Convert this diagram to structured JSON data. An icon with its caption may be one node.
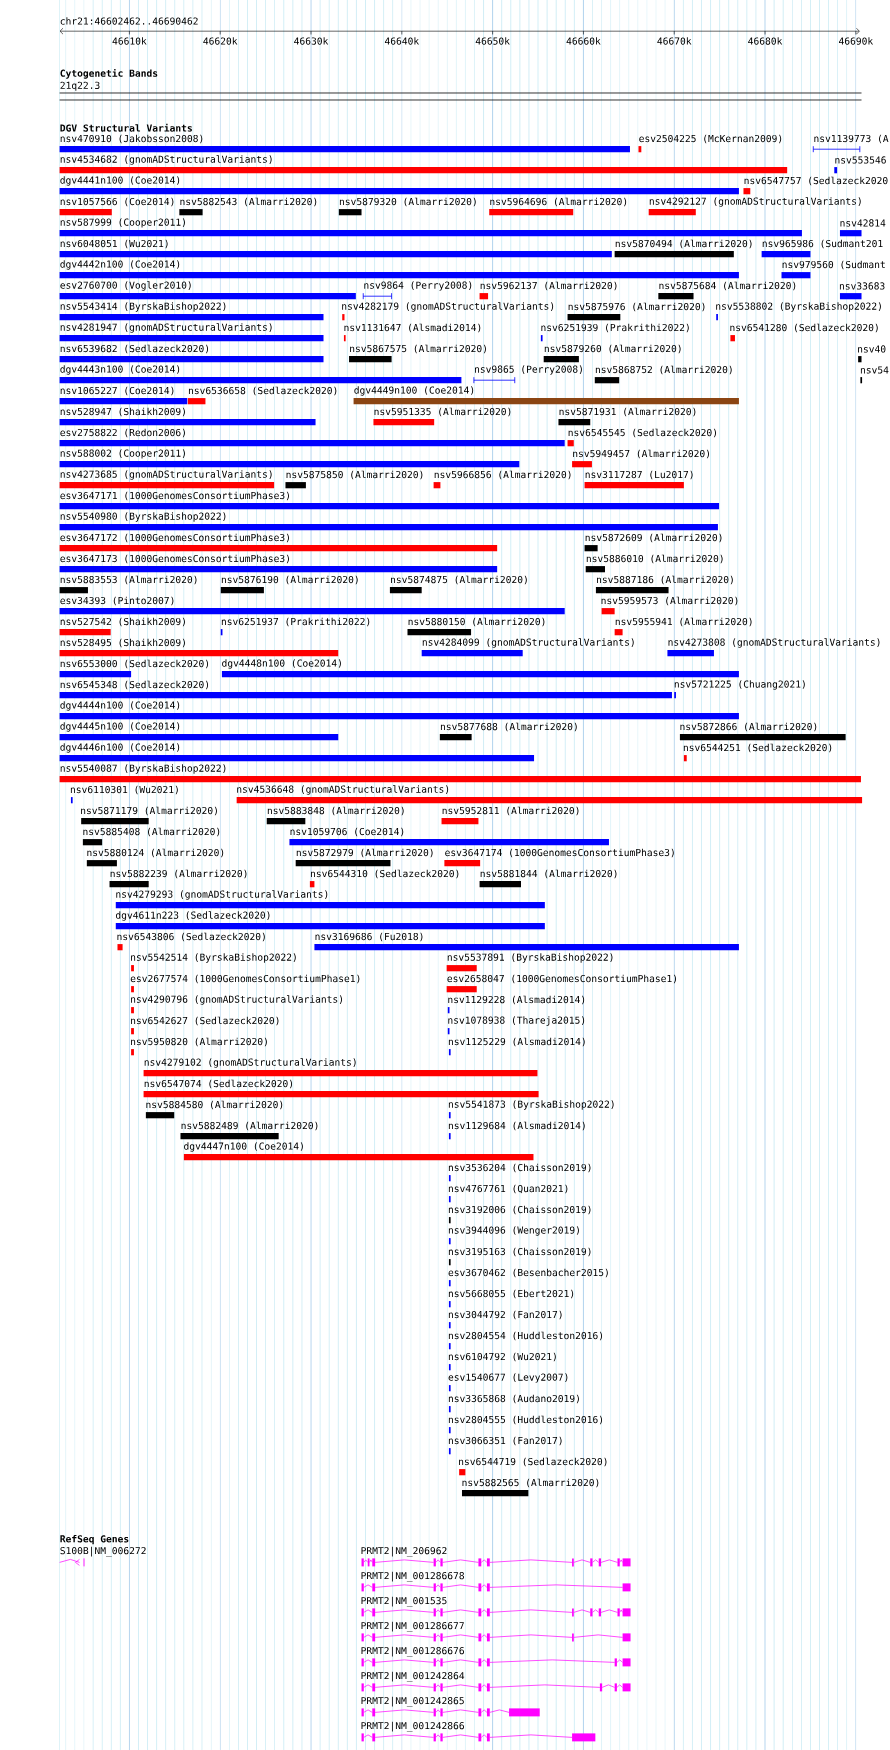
{
  "diagram": {
    "labels": [
      "chr21:46602462..46690462",
      "46610k",
      "46620k",
      "46630k",
      "46640k",
      "46650k",
      "46660k",
      "46670k",
      "46680k",
      "46690k",
      "Cytogenetic Bands",
      "21q22.3",
      "DGV Structural Variants",
      "nsv470910 (Jakobsson2008)",
      "esv2504225 (McKernan2009)",
      "nsv1139773 (A",
      "nsv4534682 (gnomADStructuralVariants)",
      "nsv553546",
      "dgv4441n100 (Coe2014)",
      "nsv6547757 (Sedlazeck2020",
      "nsv1057566 (Coe2014)",
      "nsv5882543 (Almarri2020)",
      "nsv5879320 (Almarri2020)",
      "nsv5964696 (Almarri2020)",
      "nsv4292127 (gnomADStructuralVariants)",
      "nsv587999 (Cooper2011)",
      "nsv42814",
      "nsv6048051 (Wu2021)",
      "nsv5870494 (Almarri2020)",
      "nsv965986 (Sudmant201",
      "dgv4442n100 (Coe2014)",
      "nsv979560 (Sudmant",
      "esv2760700 (Vogler2010)",
      "nsv9864 (Perry2008)",
      "nsv5962137 (Almarri2020)",
      "nsv5875684 (Almarri2020)",
      "nsv33683",
      "nsv5543414 (ByrskaBishop2022)",
      "nsv4282179 (gnomADStructuralVariants)",
      "nsv5875976 (Almarri2020)",
      "nsv5538802 (ByrskaBishop2022)",
      "nsv4281947 (gnomADStructuralVariants)",
      "nsv1131647 (Alsmadi2014)",
      "nsv6251939 (Prakrithi2022)",
      "nsv6541280 (Sedlazeck2020)",
      "nsv6539682 (Sedlazeck2020)",
      "nsv5867575 (Almarri2020)",
      "nsv5879260 (Almarri2020)",
      "nsv40",
      "dgv4443n100 (Coe2014)",
      "nsv9865 (Perry2008)",
      "nsv5868752 (Almarri2020)",
      "nsv54",
      "nsv1065227 (Coe2014)",
      "nsv6536658 (Sedlazeck2020)",
      "dgv4449n100 (Coe2014)",
      "nsv528947 (Shaikh2009)",
      "nsv5951335 (Almarri2020)",
      "nsv5871931 (Almarri2020)",
      "esv2758822 (Redon2006)",
      "nsv6545545 (Sedlazeck2020)",
      "nsv588002 (Cooper2011)",
      "nsv5949457 (Almarri2020)",
      "nsv4273685 (gnomADStructuralVariants)",
      "nsv5875850 (Almarri2020)",
      "nsv5966856 (Almarri2020)",
      "nsv3117287 (Lu2017)",
      "esv3647171 (1000GenomesConsortiumPhase3)",
      "nsv5540980 (ByrskaBishop2022)",
      "esv3647172 (1000GenomesConsortiumPhase3)",
      "nsv5872609 (Almarri2020)",
      "esv3647173 (1000GenomesConsortiumPhase3)",
      "nsv5886010 (Almarri2020)",
      "nsv5883553 (Almarri2020)",
      "nsv5876190 (Almarri2020)",
      "nsv5874875 (Almarri2020)",
      "nsv5887186 (Almarri2020)",
      "esv34393 (Pinto2007)",
      "nsv5959573 (Almarri2020)",
      "nsv527542 (Shaikh2009)",
      "nsv6251937 (Prakrithi2022)",
      "nsv5880150 (Almarri2020)",
      "nsv5955941 (Almarri2020)",
      "nsv528495 (Shaikh2009)",
      "nsv4284099 (gnomADStructuralVariants)",
      "nsv4273808 (gnomADStructuralVariants)",
      "nsv6553000 (Sedlazeck2020)",
      "dgv4448n100 (Coe2014)",
      "nsv6545348 (Sedlazeck2020)",
      "nsv5721225 (Chuang2021)",
      "dgv4444n100 (Coe2014)",
      "dgv4445n100 (Coe2014)",
      "nsv5877688 (Almarri2020)",
      "nsv5872866 (Almarri2020)",
      "dgv4446n100 (Coe2014)",
      "nsv6544251 (Sedlazeck2020)",
      "nsv5540087 (ByrskaBishop2022)",
      "nsv6110301 (Wu2021)",
      "nsv4536648 (gnomADStructuralVariants)",
      "nsv5871179 (Almarri2020)",
      "nsv5883848 (Almarri2020)",
      "nsv5952811 (Almarri2020)",
      "nsv5885408 (Almarri2020)",
      "nsv1059706 (Coe2014)",
      "nsv5880124 (Almarri2020)",
      "nsv5872979 (Almarri2020)",
      "esv3647174 (1000GenomesConsortiumPhase3)",
      "nsv5882239 (Almarri2020)",
      "nsv6544310 (Sedlazeck2020)",
      "nsv5881844 (Almarri2020)",
      "nsv4279293 (gnomADStructuralVariants)",
      "dgv4611n223 (Sedlazeck2020)",
      "nsv6543806 (Sedlazeck2020)",
      "nsv3169686 (Fu2018)",
      "nsv5542514 (ByrskaBishop2022)",
      "nsv5537891 (ByrskaBishop2022)",
      "esv2677574 (1000GenomesConsortiumPhase1)",
      "esv2658047 (1000GenomesConsortiumPhase1)",
      "nsv4290796 (gnomADStructuralVariants)",
      "nsv1129228 (Alsmadi2014)",
      "nsv6542627 (Sedlazeck2020)",
      "nsv1078938 (Thareja2015)",
      "nsv5950820 (Almarri2020)",
      "nsv1125229 (Alsmadi2014)",
      "nsv4279102 (gnomADStructuralVariants)",
      "nsv6547074 (Sedlazeck2020)",
      "nsv5884580 (Almarri2020)",
      "nsv5541873 (ByrskaBishop2022)",
      "nsv5882489 (Almarri2020)",
      "nsv1129684 (Alsmadi2014)",
      "dgv4447n100 (Coe2014)",
      "nsv3536204 (Chaisson2019)",
      "nsv4767761 (Quan2021)",
      "nsv3192006 (Chaisson2019)",
      "nsv3944096 (Wenger2019)",
      "nsv3195163 (Chaisson2019)",
      "esv3670462 (Besenbacher2015)",
      "nsv5668055 (Ebert2021)",
      "nsv3044792 (Fan2017)",
      "nsv2804554 (Huddleston2016)",
      "nsv6104792 (Wu2021)",
      "esv1540677 (Levy2007)",
      "nsv3365868 (Audano2019)",
      "nsv2804555 (Huddleston2016)",
      "nsv3066351 (Fan2017)",
      "nsv6544719 (Sedlazeck2020)",
      "nsv5882565 (Almarri2020)",
      "RefSeq Genes",
      "S100B|NM_006272",
      "PRMT2|NM_206962",
      "PRMT2|NM_001286678",
      "PRMT2|NM_001535",
      "PRMT2|NM_001286677",
      "PRMT2|NM_001286676",
      "PRMT2|NM_001242864",
      "PRMT2|NM_001242865",
      "PRMT2|NM_001242866"
    ]
  }
}
